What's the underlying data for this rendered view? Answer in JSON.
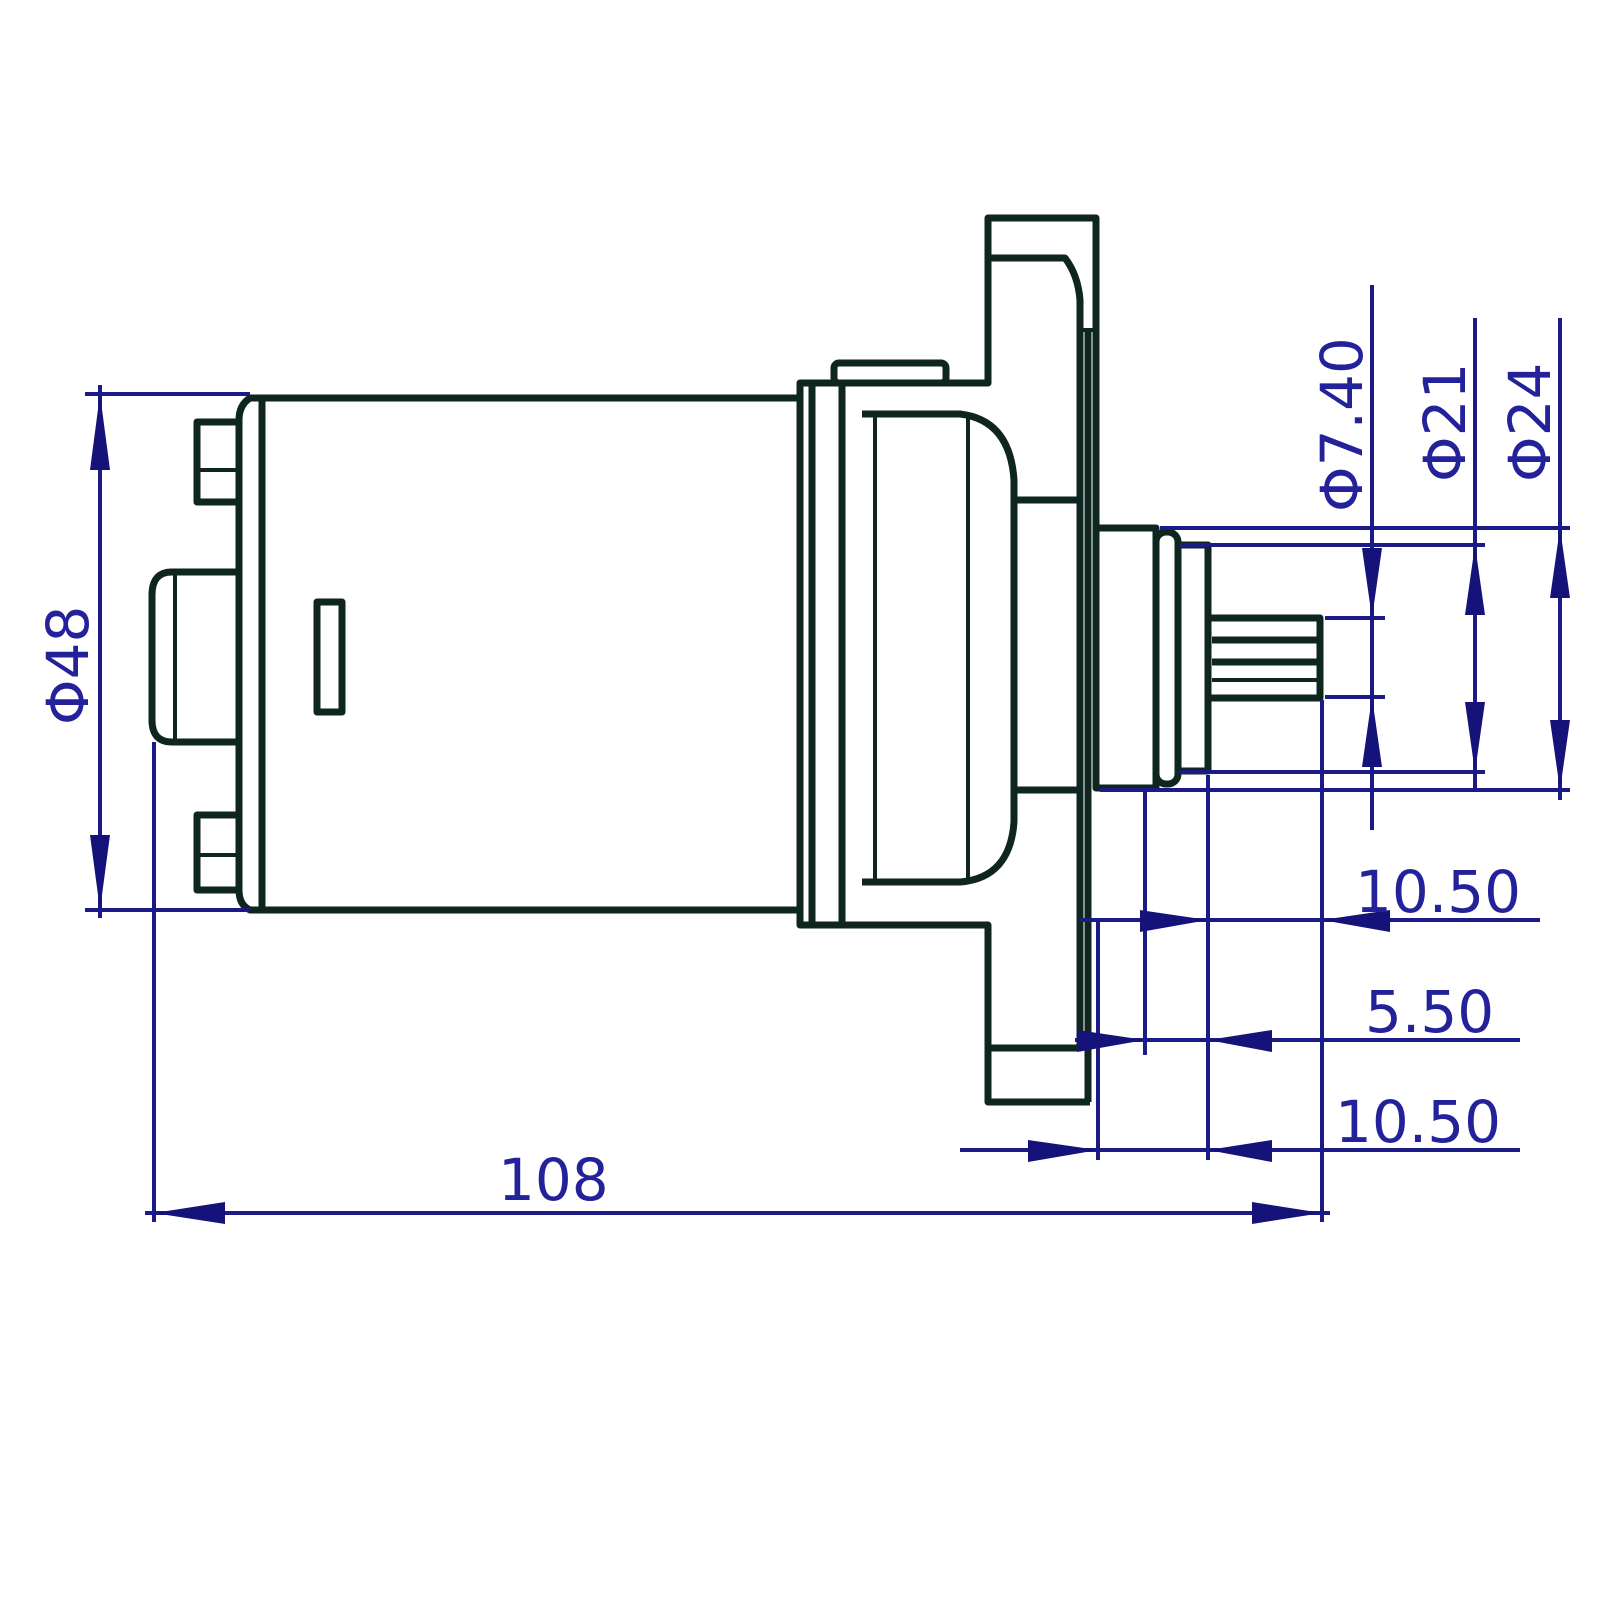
{
  "colors": {
    "outline": "#0e2520",
    "dimension": "#1c1a86",
    "background": "#ffffff"
  },
  "dimensions": {
    "body_diameter": "Φ48",
    "overall_length": "108",
    "shaft_diameter": "Φ7.40",
    "pilot_diameter": "Φ21",
    "hub_diameter": "Φ24",
    "length_1": "10.50",
    "length_2": "5.50",
    "length_3": "10.50"
  }
}
